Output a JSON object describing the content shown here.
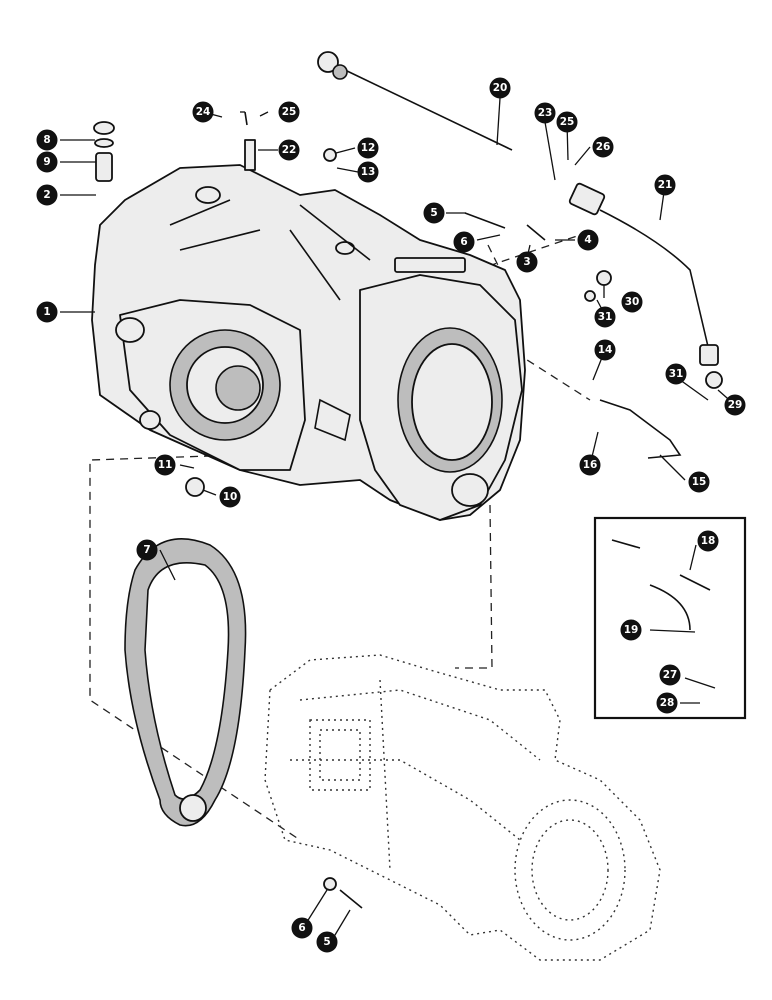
{
  "callouts": {
    "c1": "1",
    "c2": "2",
    "c3": "3",
    "c4": "4",
    "c5a": "5",
    "c5b": "5",
    "c6a": "6",
    "c6b": "6",
    "c7": "7",
    "c8": "8",
    "c9": "9",
    "c10": "10",
    "c11": "11",
    "c12": "12",
    "c13": "13",
    "c14": "14",
    "c15": "15",
    "c16": "16",
    "c18": "18",
    "c19": "19",
    "c20": "20",
    "c21": "21",
    "c22": "22",
    "c23": "23",
    "c24": "24",
    "c25a": "25",
    "c25b": "25",
    "c26": "26",
    "c27": "27",
    "c28": "28",
    "c29": "29",
    "c30": "30",
    "c31a": "31",
    "c31b": "31"
  },
  "colors": {
    "ink": "#111111",
    "paper": "#ffffff",
    "shade": "#bdbdbd"
  }
}
